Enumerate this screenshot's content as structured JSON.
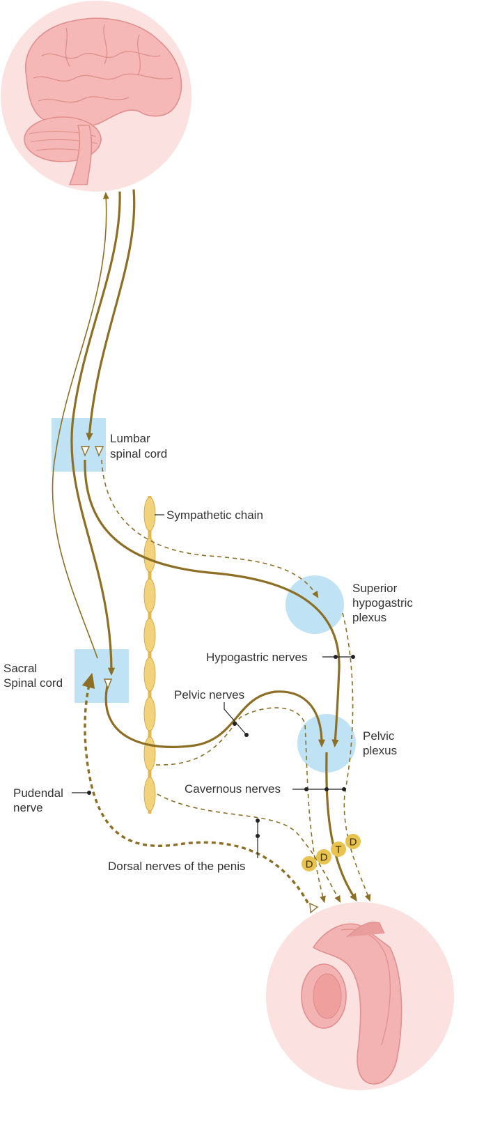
{
  "labels": {
    "lumbar": [
      "Lumbar",
      "spinal cord"
    ],
    "sympathetic_chain": "Sympathetic chain",
    "superior_hypogastric": [
      "Superior",
      "hypogastric",
      "plexus"
    ],
    "hypogastric_nerves": "Hypogastric nerves",
    "sacral": [
      "Sacral",
      "Spinal cord"
    ],
    "pelvic_nerves": "Pelvic nerves",
    "pelvic_plexus": [
      "Pelvic",
      "plexus"
    ],
    "pudendal": [
      "Pudendal",
      "nerve"
    ],
    "cavernous_nerves": "Cavernous nerves",
    "dorsal_nerves": "Dorsal nerves of the penis"
  },
  "badges": [
    "D",
    "D",
    "T",
    "D"
  ],
  "colors": {
    "nerve": "#8c6e24",
    "spinal_region": "#bfe3f5",
    "plexus": "#bfe3f5",
    "chain": "#f2d27a",
    "badge": "#e8c34f",
    "organ_bg": "#fbe1df",
    "organ": "#f3b3b3"
  },
  "icons": [
    "brain-illustration",
    "penis-cross-section-illustration"
  ]
}
